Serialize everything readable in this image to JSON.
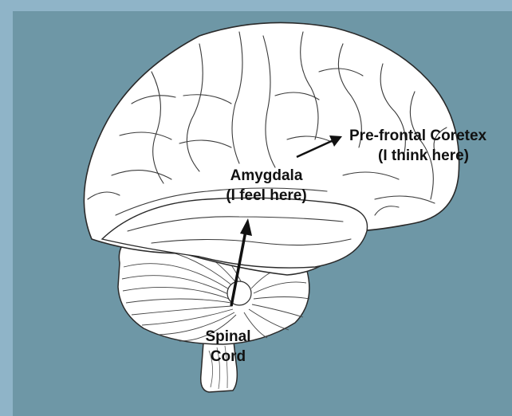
{
  "diagram": {
    "colors": {
      "outer_frame": "#8fb4c8",
      "background_panel": "#6e97a6",
      "brain_fill": "#ffffff",
      "outline": "#2a2a2a",
      "arrow": "#111111",
      "text": "#111111"
    },
    "labels": {
      "prefrontal": {
        "line1": "Pre-frontal Coretex",
        "line2": "(I think here)"
      },
      "amygdala": {
        "line1": "Amygdala",
        "line2": "(I feel here)"
      },
      "spinal": {
        "line1": "Spinal",
        "line2": "Cord"
      }
    }
  }
}
